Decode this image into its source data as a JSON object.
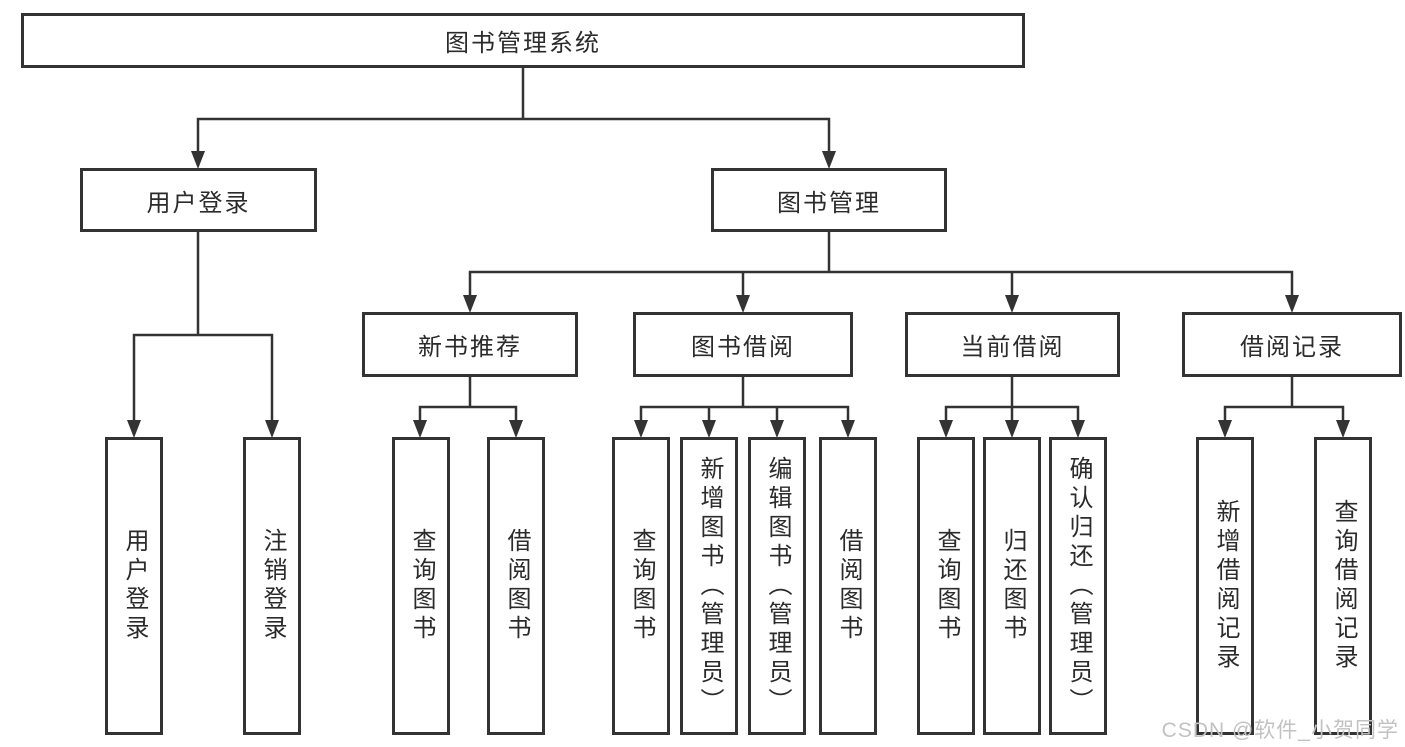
{
  "colors": {
    "line": "#333333",
    "box_border": "#333333",
    "text": "#2b2b2b",
    "watermark": "#c2c2c2",
    "background": "#ffffff"
  },
  "tree": {
    "root": "图书管理系统",
    "login": {
      "label": "用户登录",
      "leaves": [
        "用户登录",
        "注销登录"
      ]
    },
    "manage": {
      "label": "图书管理",
      "groups": [
        {
          "label": "新书推荐",
          "leaves": [
            "查询图书",
            "借阅图书"
          ]
        },
        {
          "label": "图书借阅",
          "leaves": [
            "查询图书",
            "新增图书（管理员）",
            "编辑图书（管理员）",
            "借阅图书"
          ]
        },
        {
          "label": "当前借阅",
          "leaves": [
            "查询图书",
            "归还图书",
            "确认归还（管理员）"
          ]
        },
        {
          "label": "借阅记录",
          "leaves": [
            "新增借阅记录",
            "查询借阅记录"
          ]
        }
      ]
    }
  },
  "watermark": "CSDN @软件_小贺同学"
}
